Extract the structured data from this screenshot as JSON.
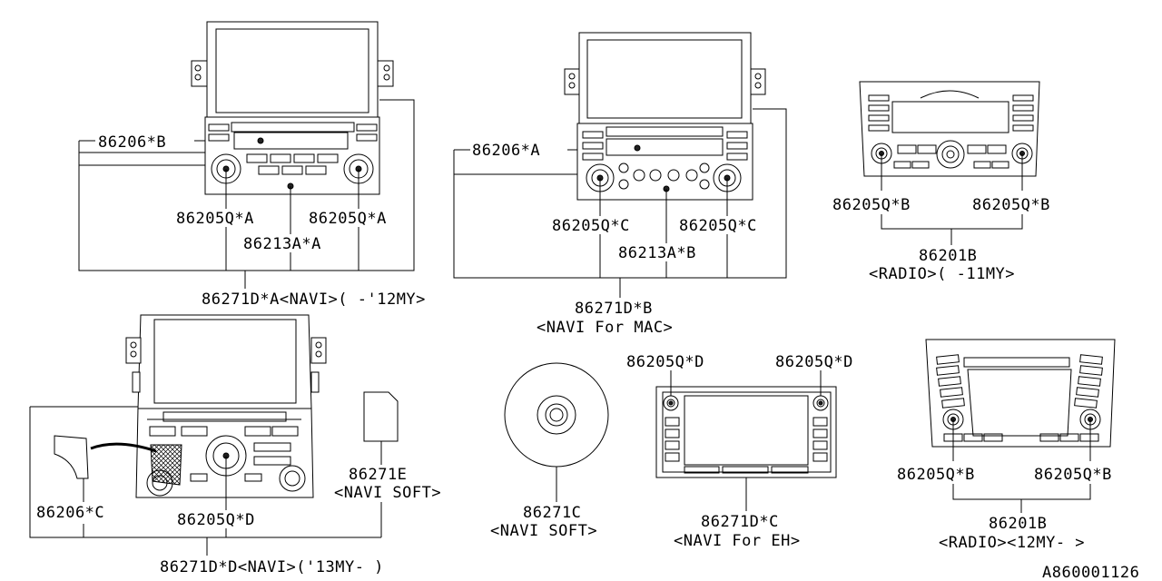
{
  "diagram": {
    "callouts": {
      "p86206_b": "86206*B",
      "p86205q_a_left": "86205Q*A",
      "p86205q_a_right": "86205Q*A",
      "p86213a_a": "86213A*A",
      "p86271d_a": "86271D*A<NAVI>( -'12MY>",
      "p86206_a": "86206*A",
      "p86205q_c_left": "86205Q*C",
      "p86205q_c_right": "86205Q*C",
      "p86213a_b": "86213A*B",
      "p86271d_b": "86271D*B",
      "p86271d_b_note": "<NAVI For MAC>",
      "p86205q_b_left_top": "86205Q*B",
      "p86205q_b_right_top": "86205Q*B",
      "p86201b_top": "86201B",
      "p86201b_top_note": "<RADIO>( -11MY>",
      "p86271e": "86271E",
      "p86271e_note": "<NAVI SOFT>",
      "p86206_c": "86206*C",
      "p86205q_d_center": "86205Q*D",
      "p86271d_d": "86271D*D<NAVI>('13MY- )",
      "p86271c": "86271C",
      "p86271c_note": "<NAVI SOFT>",
      "p86205q_d_left": "86205Q*D",
      "p86205q_d_right": "86205Q*D",
      "p86271d_c": "86271D*C",
      "p86271d_c_note": "<NAVI For EH>",
      "p86205q_b_left_bottom": "86205Q*B",
      "p86205q_b_right_bottom": "86205Q*B",
      "p86201b_bottom": "86201B",
      "p86201b_bottom_note": "<RADIO><12MY- >",
      "figure_id": "A860001126"
    }
  }
}
